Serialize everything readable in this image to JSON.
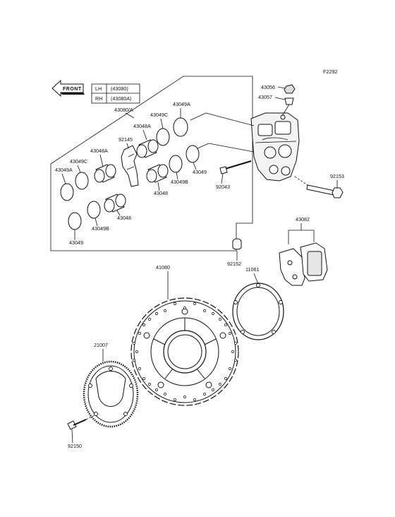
{
  "figure_code": "F2292",
  "front_label": "FRONT",
  "legend": {
    "rows": [
      {
        "side": "LH",
        "part": "(43080)"
      },
      {
        "side": "RH",
        "part": "(43080A)"
      }
    ]
  },
  "labels": {
    "caliper_assy": "43080/A",
    "bleeder_cap": "43056",
    "bleeder_valve": "43057",
    "piston_seal_a_top": "43049A",
    "dust_seal_c_top": "43049C",
    "piston_a_center": "43048A",
    "pad_spring": "92145",
    "piston_a_left": "43048A",
    "dust_seal_c_left": "43049C",
    "piston_seal_a_left": "43049A",
    "piston_seal_center": "43049",
    "dust_seal_b_center": "43049B",
    "piston_center": "43048",
    "piston_left": "43048",
    "dust_seal_b_left": "43049B",
    "piston_seal_left": "43049",
    "pin": "92043",
    "bolt": "92153",
    "pad_set": "43082",
    "cap": "92152",
    "disc": "41080",
    "disc_sensor_ring": "11061",
    "rotor_sensor": "21007",
    "screw": "92150"
  }
}
